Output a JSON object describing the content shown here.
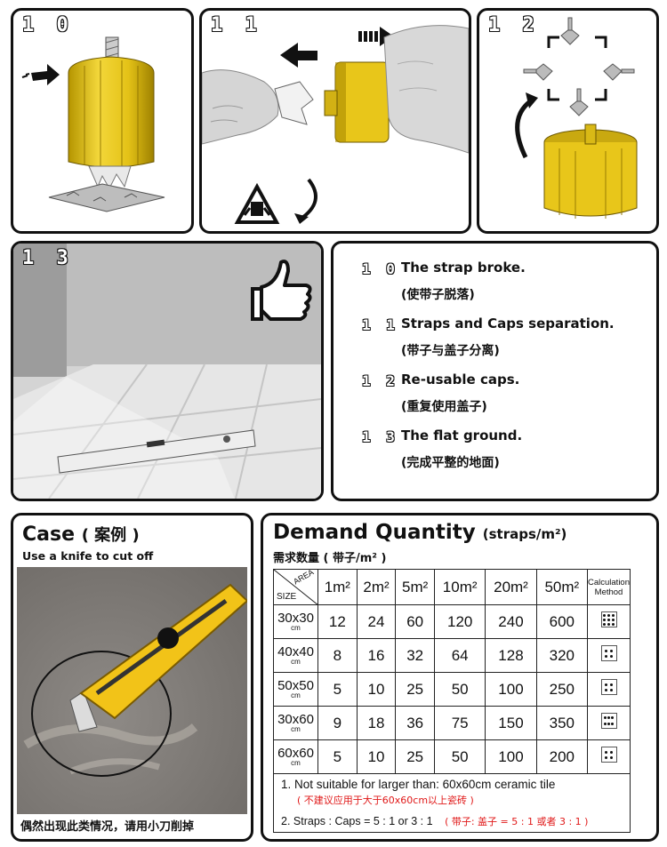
{
  "steps": {
    "p10": "1 0",
    "p11": "1 1",
    "p12": "1 2",
    "p13": "1 3"
  },
  "descriptions": [
    {
      "num": "1 0",
      "en": "The strap broke.",
      "cn": "(使带子脱落)"
    },
    {
      "num": "1 1",
      "en": "Straps and Caps separation.",
      "cn": "(带子与盖子分离)"
    },
    {
      "num": "1 2",
      "en": "Re-usable caps.",
      "cn": "(重复使用盖子)"
    },
    {
      "num": "1 3",
      "en": "The flat ground.",
      "cn": "(完成平整的地面)"
    }
  ],
  "case": {
    "title": "Case",
    "title_cn": "( 案例 )",
    "subtitle": "Use a knife to cut off",
    "footer": "偶然出现此类情况，请用小刀削掉"
  },
  "demand": {
    "title": "Demand Quantity",
    "unit": "(straps/m²)",
    "title_cn": "需求数量 ( 带子/m² )",
    "corner_area": "AREA",
    "corner_size": "SIZE",
    "calc_header": "Calculation Method",
    "areas": [
      "1m²",
      "2m²",
      "5m²",
      "10m²",
      "20m²",
      "50m²"
    ],
    "rows": [
      {
        "size": "30x30",
        "unit": "cm",
        "values": [
          "12",
          "24",
          "60",
          "120",
          "240",
          "600"
        ],
        "dots": 9
      },
      {
        "size": "40x40",
        "unit": "cm",
        "values": [
          "8",
          "16",
          "32",
          "64",
          "128",
          "320"
        ],
        "dots": 4
      },
      {
        "size": "50x50",
        "unit": "cm",
        "values": [
          "5",
          "10",
          "25",
          "50",
          "100",
          "250"
        ],
        "dots": 4
      },
      {
        "size": "30x60",
        "unit": "cm",
        "values": [
          "9",
          "18",
          "36",
          "75",
          "150",
          "350"
        ],
        "dots": 6
      },
      {
        "size": "60x60",
        "unit": "cm",
        "values": [
          "5",
          "10",
          "25",
          "50",
          "100",
          "200"
        ],
        "dots": 4
      }
    ],
    "note1": "1.  Not suitable for larger than: 60x60cm ceramic tile",
    "note1_cn": "( 不建议应用于大于60x60cm以上瓷砖 )",
    "note2": "2.  Straps : Caps = 5 : 1 or 3 : 1",
    "note2_cn": "( 带子: 盖子 = 5 : 1  或者  3 : 1 )"
  },
  "colors": {
    "cap_yellow": "#e8c61a",
    "cap_shadow": "#a88a00",
    "note_red": "#e01818"
  }
}
